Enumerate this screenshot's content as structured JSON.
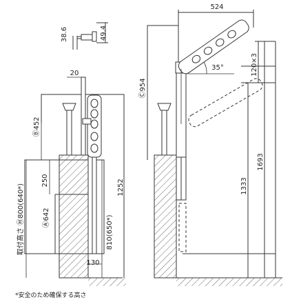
{
  "labels": {
    "bracket_width": "49.4",
    "bracket_height": "38.6",
    "arm_thickness": "20",
    "height_b": "Ⓑ452",
    "dim_250": "250",
    "height_a": "Ⓐ642",
    "mount_height": "取付高さ Ⓗ800(640*)",
    "arm_810": "810(650*)",
    "dim_1252": "1252",
    "base_130": "130",
    "reach_524": "524",
    "height_c": "Ⓒ954",
    "angle": "35°",
    "pitch": "120×3",
    "dim_1333": "1333",
    "dim_1693": "1693",
    "footnote": "*安全のため確保する高さ"
  },
  "colors": {
    "line": "#333333",
    "hatch": "#666666"
  }
}
